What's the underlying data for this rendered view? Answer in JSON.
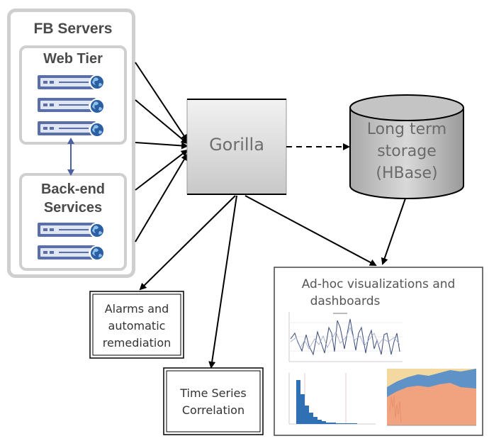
{
  "fb_servers": {
    "title": "FB Servers",
    "web_tier": {
      "title": "Web Tier"
    },
    "backend": {
      "title_line1": "Back-end",
      "title_line2": "Services"
    }
  },
  "gorilla": {
    "label": "Gorilla"
  },
  "storage": {
    "line1": "Long term",
    "line2": "storage",
    "line3": "(HBase)"
  },
  "alarms": {
    "line1": "Alarms and",
    "line2": "automatic",
    "line3": "remediation"
  },
  "correlation": {
    "line1": "Time Series",
    "line2": "Correlation"
  },
  "adhoc": {
    "line1": "Ad-hoc visualizations and",
    "line2": "dashboards"
  },
  "colors": {
    "box_border": "#cfcfcf",
    "server_blue": "#5a6ea8",
    "arrow_blue": "#4d5fa3",
    "hist_blue": "#2f6fb3",
    "area_orange": "#f0a37e",
    "area_sand": "#f3d9a0",
    "area_blue": "#5f93c7"
  },
  "icons": [
    "server-icon",
    "globe-icon"
  ]
}
